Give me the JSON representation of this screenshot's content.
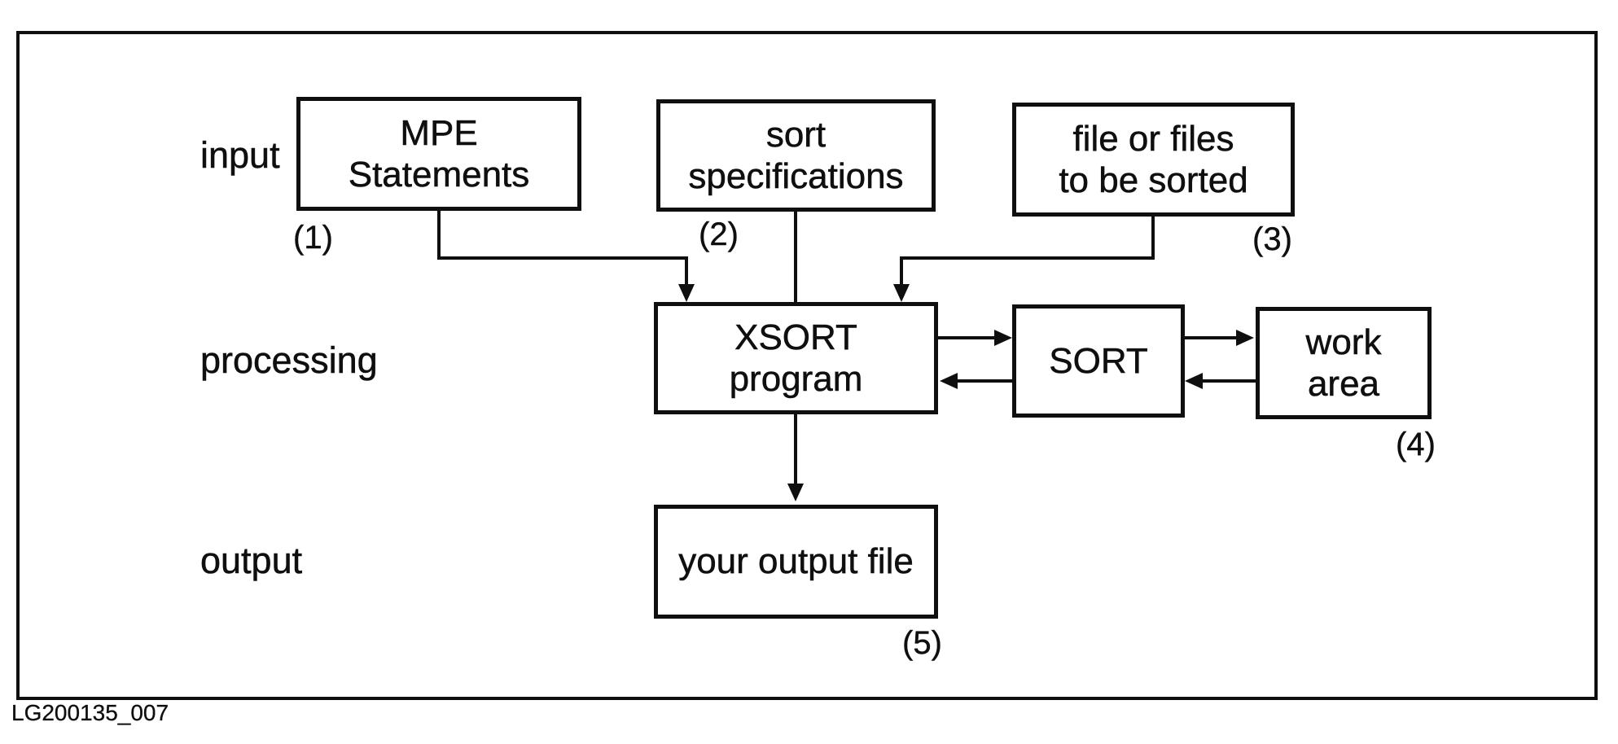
{
  "colors": {
    "ink": "#0f0f0f",
    "paper": "#ffffff"
  },
  "caption": "LG200135_007",
  "row_labels": {
    "input": "input",
    "processing": "processing",
    "output": "output"
  },
  "boxes": {
    "mpe": {
      "line1": "MPE",
      "line2": "Statements"
    },
    "specs": {
      "line1": "sort",
      "line2": "specifications"
    },
    "files": {
      "line1": "file or files",
      "line2": "to be sorted"
    },
    "xsort": {
      "line1": "XSORT",
      "line2": "program"
    },
    "sort": {
      "line1": "SORT"
    },
    "work": {
      "line1": "work",
      "line2": "area"
    },
    "output_file": {
      "line1": "your output file"
    }
  },
  "step_numbers": {
    "n1": "(1)",
    "n2": "(2)",
    "n3": "(3)",
    "n4": "(4)",
    "n5": "(5)"
  }
}
